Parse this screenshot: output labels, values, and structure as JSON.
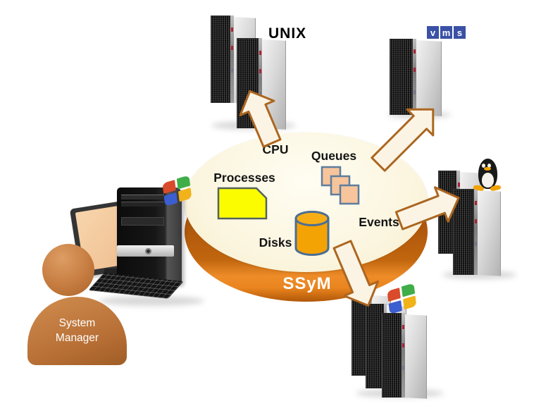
{
  "hub": {
    "name": "SSyM",
    "labels": {
      "cpu": "CPU",
      "queues": "Queues",
      "processes": "Processes",
      "disks": "Disks",
      "events": "Events"
    }
  },
  "systems": {
    "unix_label": "UNIX",
    "vms_letters": [
      "v",
      "m",
      "s"
    ]
  },
  "manager": {
    "line1": "System",
    "line2": "Manager"
  },
  "colors": {
    "rim_orange": "#E0811C",
    "face_cream": "#FBF5DE",
    "arrow_fill": "#FBF4E5",
    "arrow_stroke": "#AC6620",
    "queue_square_fill": "#F7C49B",
    "queue_square_stroke": "#5E7D9E",
    "process_card_fill": "#FCFC00",
    "process_card_stroke": "#55635A",
    "disk_fill": "#F4A304",
    "disk_stroke": "#4C6E92",
    "vms_blue": "#3A51A5",
    "person_orange": "#C07A3E",
    "ssym_text": "#FFFFFF"
  }
}
